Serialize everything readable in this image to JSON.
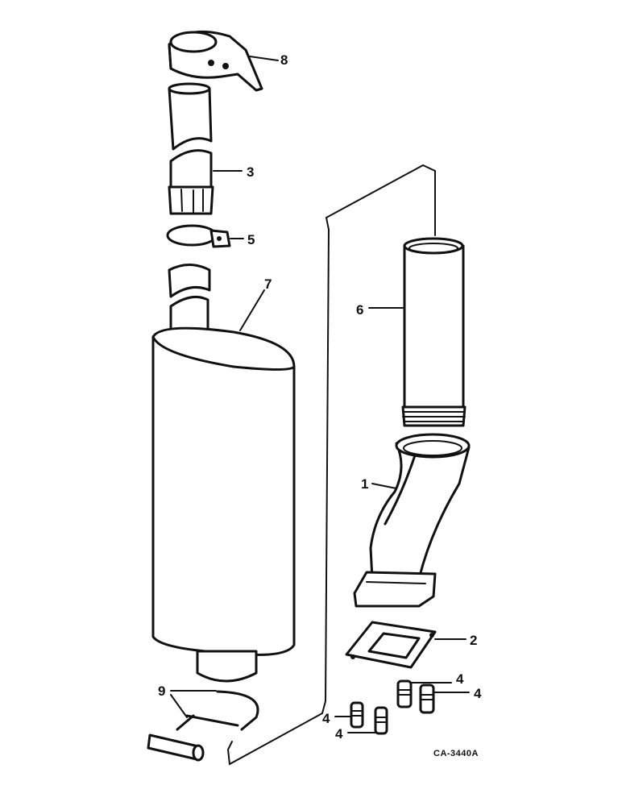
{
  "callouts": {
    "part_1": "1",
    "part_2": "2",
    "part_3": "3",
    "part_4a": "4",
    "part_4b": "4",
    "part_4c": "4",
    "part_4d": "4",
    "part_5": "5",
    "part_6": "6",
    "part_7": "7",
    "part_8": "8",
    "part_9": "9"
  },
  "drawing_code": "CA-3440A",
  "colors": {
    "ink": "#111111",
    "paper": "#ffffff"
  }
}
